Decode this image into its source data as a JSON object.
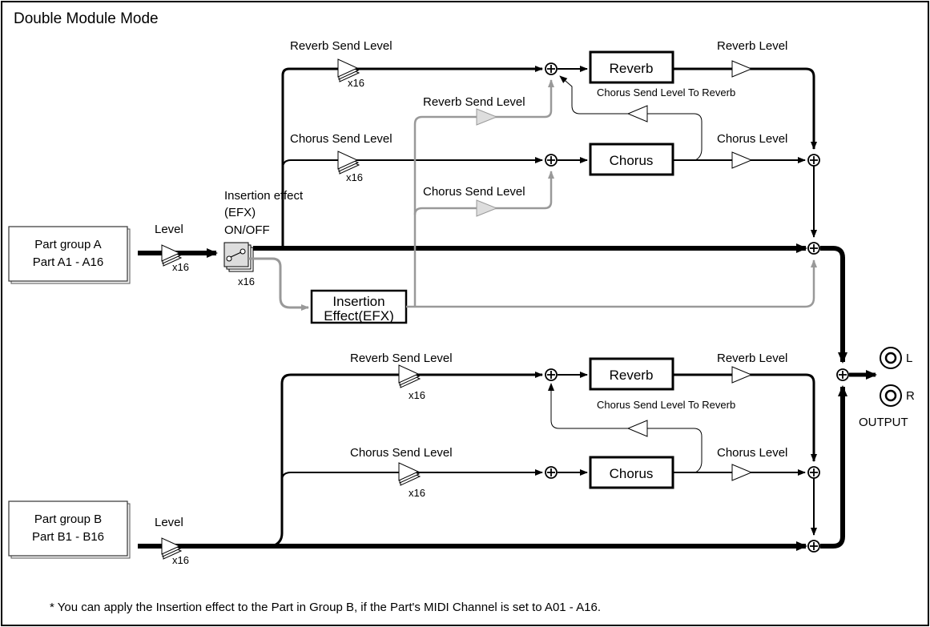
{
  "title": "Double Module Mode",
  "part_group_a": {
    "line1": "Part group A",
    "line2": "Part A1 - A16"
  },
  "part_group_b": {
    "line1": "Part group B",
    "line2": "Part B1 - B16"
  },
  "level_a": "Level",
  "level_b": "Level",
  "x16": "x16",
  "insertion_switch": {
    "line1": "Insertion effect",
    "line2": "(EFX)",
    "line3": "ON/OFF"
  },
  "insertion_box": {
    "line1": "Insertion",
    "line2": "Effect(EFX)"
  },
  "group_a": {
    "reverb_send": "Reverb Send Level",
    "chorus_send": "Chorus Send Level",
    "efx_reverb_send": "Reverb Send Level",
    "efx_chorus_send": "Chorus Send Level",
    "reverb": "Reverb",
    "chorus": "Chorus",
    "reverb_level": "Reverb Level",
    "chorus_level": "Chorus Level",
    "chorus_to_reverb": "Chorus Send Level To Reverb"
  },
  "group_b": {
    "reverb_send": "Reverb Send Level",
    "chorus_send": "Chorus Send Level",
    "reverb": "Reverb",
    "chorus": "Chorus",
    "reverb_level": "Reverb Level",
    "chorus_level": "Chorus Level",
    "chorus_to_reverb": "Chorus Send Level To Reverb"
  },
  "output": {
    "left": "L",
    "right": "R",
    "label": "OUTPUT"
  },
  "footnote": "* You can apply the Insertion effect to the Part in Group B, if the Part's MIDI Channel is set to A01 - A16."
}
